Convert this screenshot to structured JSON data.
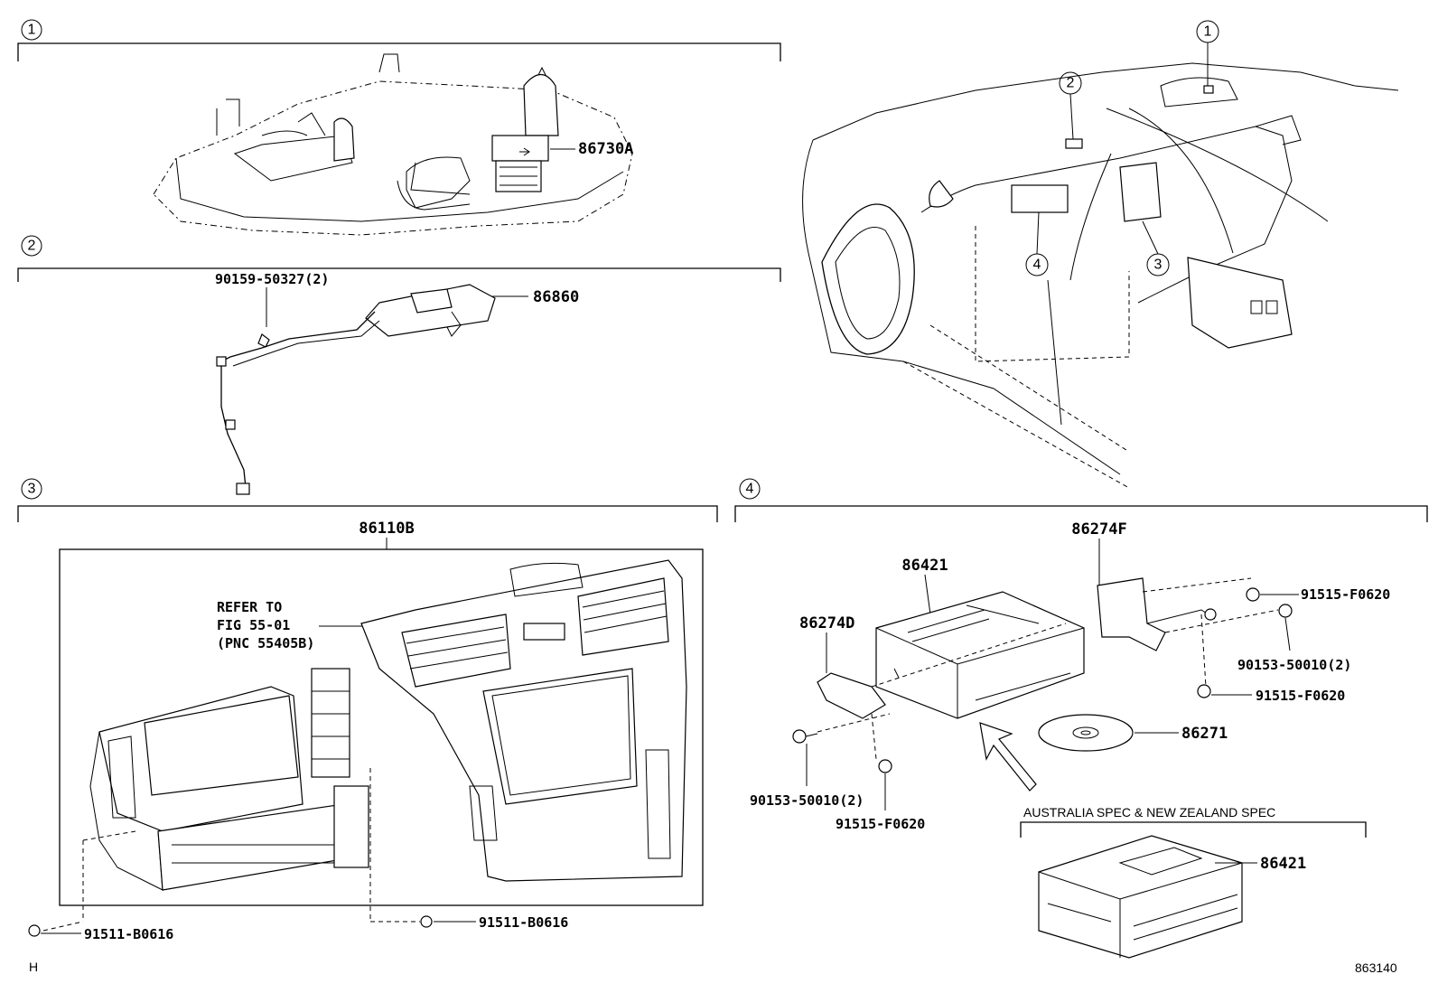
{
  "sections": {
    "s1": {
      "num": "1"
    },
    "s2": {
      "num": "2"
    },
    "s3": {
      "num": "3"
    },
    "s4": {
      "num": "4"
    }
  },
  "car_callouts": [
    "1",
    "2",
    "3",
    "4"
  ],
  "parts": {
    "p86730A": "86730A",
    "p90159": "90159-50327(2)",
    "p86860": "86860",
    "p86110B": "86110B",
    "refer_line1": "REFER TO",
    "refer_line2": "FIG 55-01",
    "refer_line3": "(PNC 55405B)",
    "p91511_left": "91511-B0616",
    "p91511_right": "91511-B0616",
    "p86421": "86421",
    "p86274F": "86274F",
    "p86274D": "86274D",
    "p91515_top": "91515-F0620",
    "p90153_right": "90153-50010(2)",
    "p91515_mid": "91515-F0620",
    "p86271": "86271",
    "p90153_left": "90153-50010(2)",
    "p91515_bottom": "91515-F0620",
    "aus_spec": "AUSTRALIA SPEC & NEW ZEALAND SPEC",
    "p86421_aus": "86421"
  },
  "footer": {
    "left_mark": "H",
    "figure_code": "863140"
  }
}
